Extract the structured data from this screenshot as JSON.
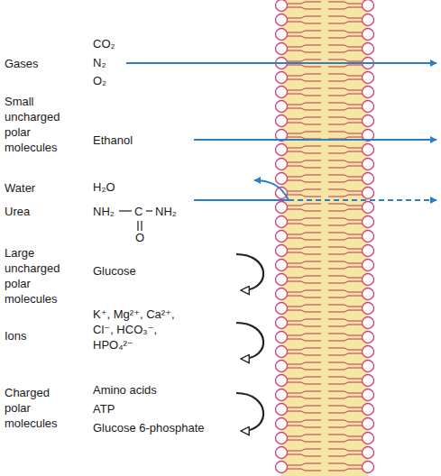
{
  "diagram": {
    "labels": [
      "Gases",
      "CO₂",
      "N₂",
      "O₂",
      "Small uncharged polar molecules",
      "Ethanol",
      "Water",
      "H₂O",
      "Urea",
      "NH₂",
      "C",
      "NH₂",
      "O",
      "Large uncharged polar molecules",
      "Glucose",
      "Ions",
      "K⁺, Mg²⁺, Ca²⁺, Cl⁻, HCO₃⁻, HPO₄²⁻",
      "Charged polar molecules",
      "Amino acids",
      "ATP",
      "Glucose 6-phosphate"
    ]
  }
}
